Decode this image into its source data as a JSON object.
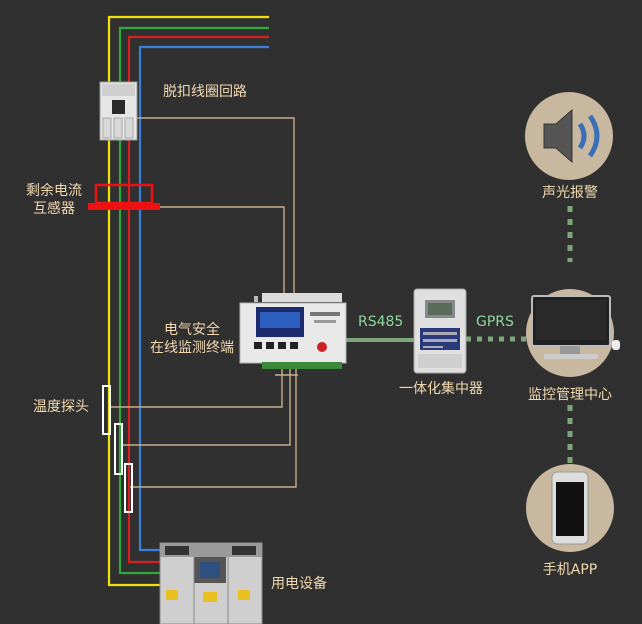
{
  "labels": {
    "trip_coil": "脱扣线圈回路",
    "residual_current_line1": "剩余电流",
    "residual_current_line2": "互感器",
    "terminal_line1": "电气安全",
    "terminal_line2": "在线监测终端",
    "temp_probe": "温度探头",
    "equipment": "用电设备",
    "concentrator": "一体化集中器",
    "alarm": "声光报警",
    "center": "监控管理中心",
    "app": "手机APP"
  },
  "links": {
    "rs485": "RS485",
    "gprs": "GPRS"
  },
  "colors": {
    "background": "#303030",
    "signal_line": "#c8ad8c",
    "link_green": "#7da77b",
    "phase_yellow": "#f0e010",
    "phase_green": "#2eaa3a",
    "phase_red": "#d42020",
    "phase_blue": "#3a7fd8",
    "label_text": "#f2d9b0",
    "circle_fill": "#c9b8a0"
  },
  "icons": [
    "speaker-icon",
    "computer-icon",
    "phone-icon",
    "breaker-icon",
    "ct-icon",
    "terminal-device-icon",
    "concentrator-meter-icon",
    "switchgear-icon"
  ]
}
